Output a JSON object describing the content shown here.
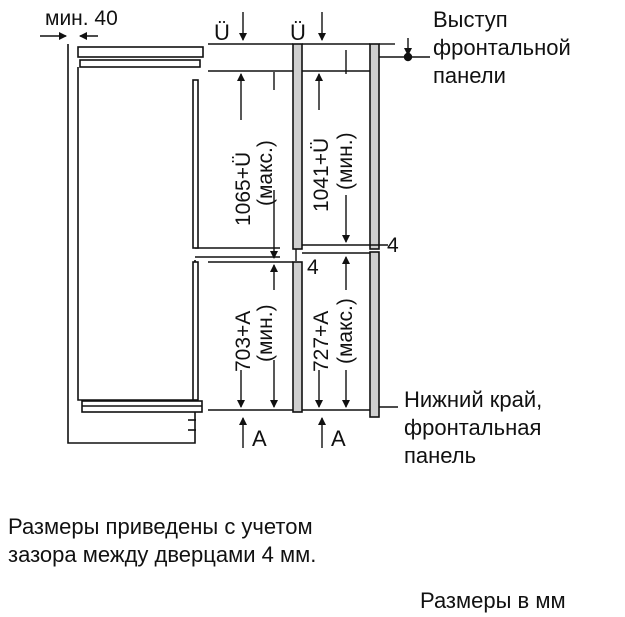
{
  "labels": {
    "min_gap": "мин. 40",
    "u_top_left": "Ü",
    "u_top_right": "Ü",
    "dim_upper_left": "1065+Ü",
    "dim_upper_left_note": "(макс.)",
    "dim_upper_right": "1041+Ü",
    "dim_upper_right_note": "(мин.)",
    "dim_lower_left": "703+A",
    "dim_lower_left_note": "(мин.)",
    "dim_lower_right": "727+A",
    "dim_lower_right_note": "(макс.)",
    "gap_right": "4",
    "gap_mid": "4",
    "a_left": "A",
    "a_right": "A"
  },
  "callouts": {
    "front_panel_protrusion": [
      "Выступ",
      "фронтальной",
      "панели"
    ],
    "lower_edge": [
      "Нижний край,",
      "фронтальная",
      "панель"
    ]
  },
  "notes": {
    "gap_note": [
      "Размеры приведены с учетом",
      "зазора между дверцами 4 мм."
    ],
    "units": "Размеры в мм"
  }
}
